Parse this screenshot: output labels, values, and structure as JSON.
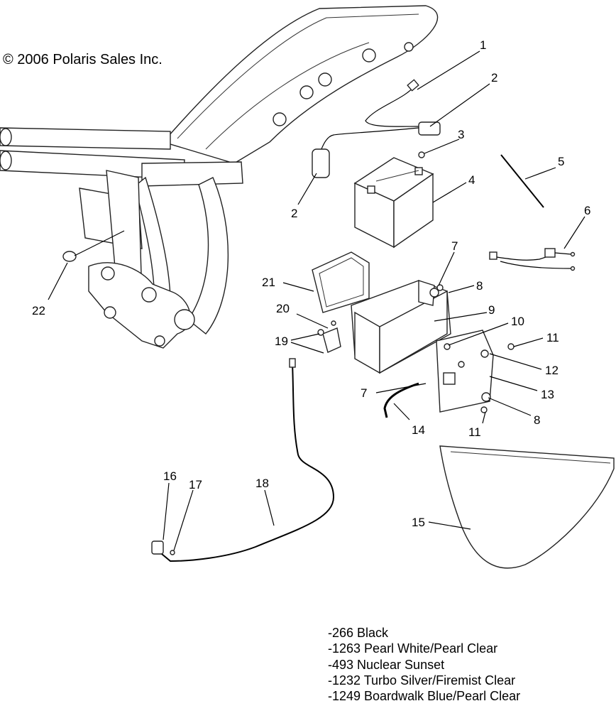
{
  "copyright": "© 2006 Polaris Sales Inc.",
  "callouts": [
    "1",
    "2",
    "3",
    "4",
    "5",
    "6",
    "7",
    "8",
    "9",
    "10",
    "11",
    "12",
    "13",
    "14",
    "15",
    "16",
    "17",
    "18",
    "19",
    "20",
    "21",
    "22",
    "2",
    "7",
    "8",
    "11"
  ],
  "color_codes": [
    "-266  Black",
    "-1263  Pearl White/Pearl Clear",
    "-493  Nuclear Sunset",
    "-1232 Turbo Silver/Firemist Clear",
    "-1249 Boardwalk Blue/Pearl Clear"
  ]
}
